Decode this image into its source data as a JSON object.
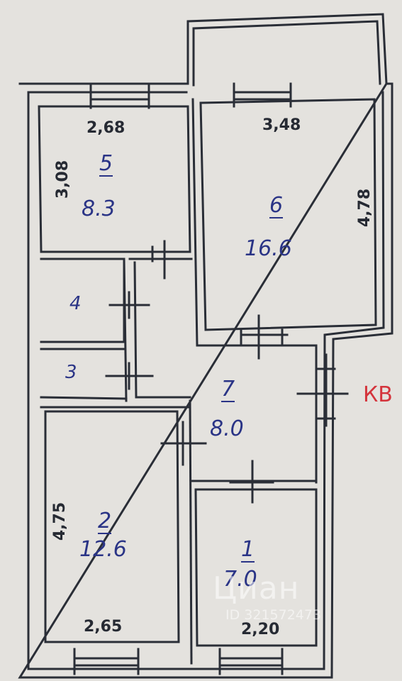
{
  "rooms": [
    {
      "number": "5",
      "area": "8.3"
    },
    {
      "number": "6",
      "area": "16.6"
    },
    {
      "number": "4"
    },
    {
      "number": "3"
    },
    {
      "number": "7",
      "area": "8.0"
    },
    {
      "number": "2",
      "area": "12.6"
    },
    {
      "number": "1",
      "area": "7.0"
    }
  ],
  "dimensions": {
    "room5_width": "2,68",
    "room6_width": "3,48",
    "room5_height": "3,08",
    "room6_height": "4,78",
    "room2_height": "4,75",
    "room2_width": "2,65",
    "room1_width": "2,20"
  },
  "entrance_label": "КВ",
  "watermark": {
    "logo": "Циан",
    "id": "ID 321572473"
  },
  "colors": {
    "ink": "#262a33",
    "blue_ink": "#2a3486",
    "red_ink": "#d4343c",
    "paper": "#e4e2de"
  }
}
